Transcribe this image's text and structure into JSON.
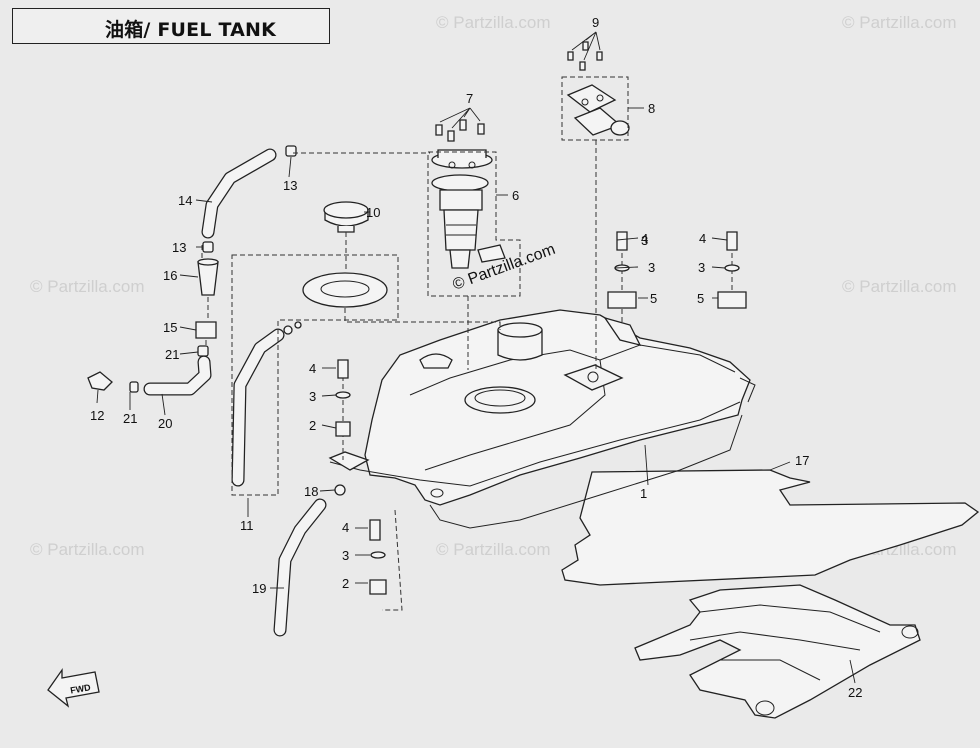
{
  "title": "油箱/ FUEL TANK",
  "watermark": "© Partzilla.com",
  "center_watermark": "© Partzilla.com",
  "callouts": [
    "1",
    "2",
    "2",
    "3",
    "3",
    "3",
    "3",
    "3",
    "4",
    "4",
    "4",
    "4",
    "5",
    "5",
    "6",
    "7",
    "8",
    "9",
    "10",
    "11",
    "12",
    "13",
    "13",
    "14",
    "15",
    "16",
    "17",
    "18",
    "19",
    "20",
    "21",
    "21",
    "22"
  ],
  "fwd_label": "FWD"
}
